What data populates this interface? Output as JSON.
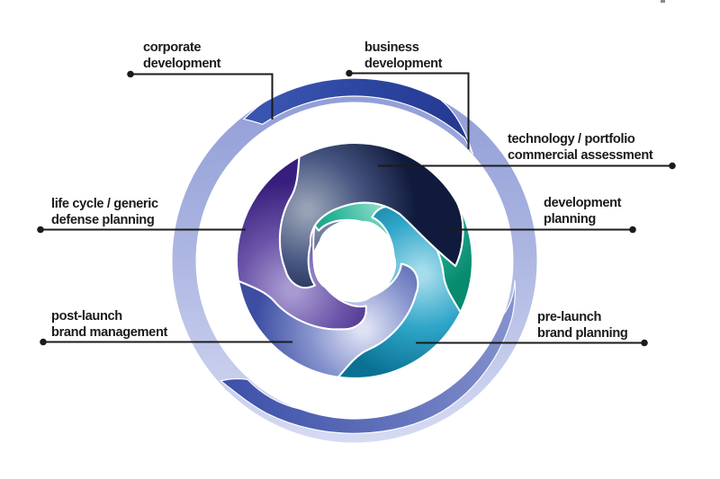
{
  "labels": {
    "corporate_development": {
      "line1": "corporate",
      "line2": "development"
    },
    "business_development": {
      "line1": "business",
      "line2": "development"
    },
    "technology_portfolio": {
      "line1": "technology / portfolio",
      "line2": "commercial assessment"
    },
    "development_planning": {
      "line1": "development",
      "line2": "planning"
    },
    "life_cycle_generic": {
      "line1": "life cycle / generic",
      "line2": "defense planning"
    },
    "post_launch": {
      "line1": "post-launch",
      "line2": "brand management"
    },
    "pre_launch": {
      "line1": "pre-launch",
      "line2": "brand planning"
    }
  },
  "colors": {
    "text": "#1b1b1b",
    "connector": "#1b1b1b",
    "ring_pale_top": "#8f9cd6",
    "ring_pale_mid": "#aab4e0",
    "ring_pale_bottom": "#d6dbf3",
    "ring_dark_1": "#3a55b0",
    "ring_dark_2": "#2b459f",
    "ring_dark_3": "#24368f",
    "ring_med_1": "#3d51a8",
    "ring_med_2": "#8794cf",
    "blade_navy_light": "#97a1b5",
    "blade_navy_mid": "#475681",
    "blade_navy_dark": "#101a3c",
    "blade_teal_light": "#93dfcd",
    "blade_teal_mid": "#2db69a",
    "blade_teal_dark": "#078a6e",
    "blade_cyan_light": "#a5dcec",
    "blade_cyan_mid": "#2fa6c8",
    "blade_cyan_dark": "#0a7194",
    "blade_periwinkle_light": "#dde1f4",
    "blade_periwinkle_mid": "#8492cc",
    "blade_periwinkle_dark": "#3c4da2",
    "blade_purple_light": "#a89bd1",
    "blade_purple_mid": "#6b54a8",
    "blade_purple_dark": "#381e7c"
  }
}
